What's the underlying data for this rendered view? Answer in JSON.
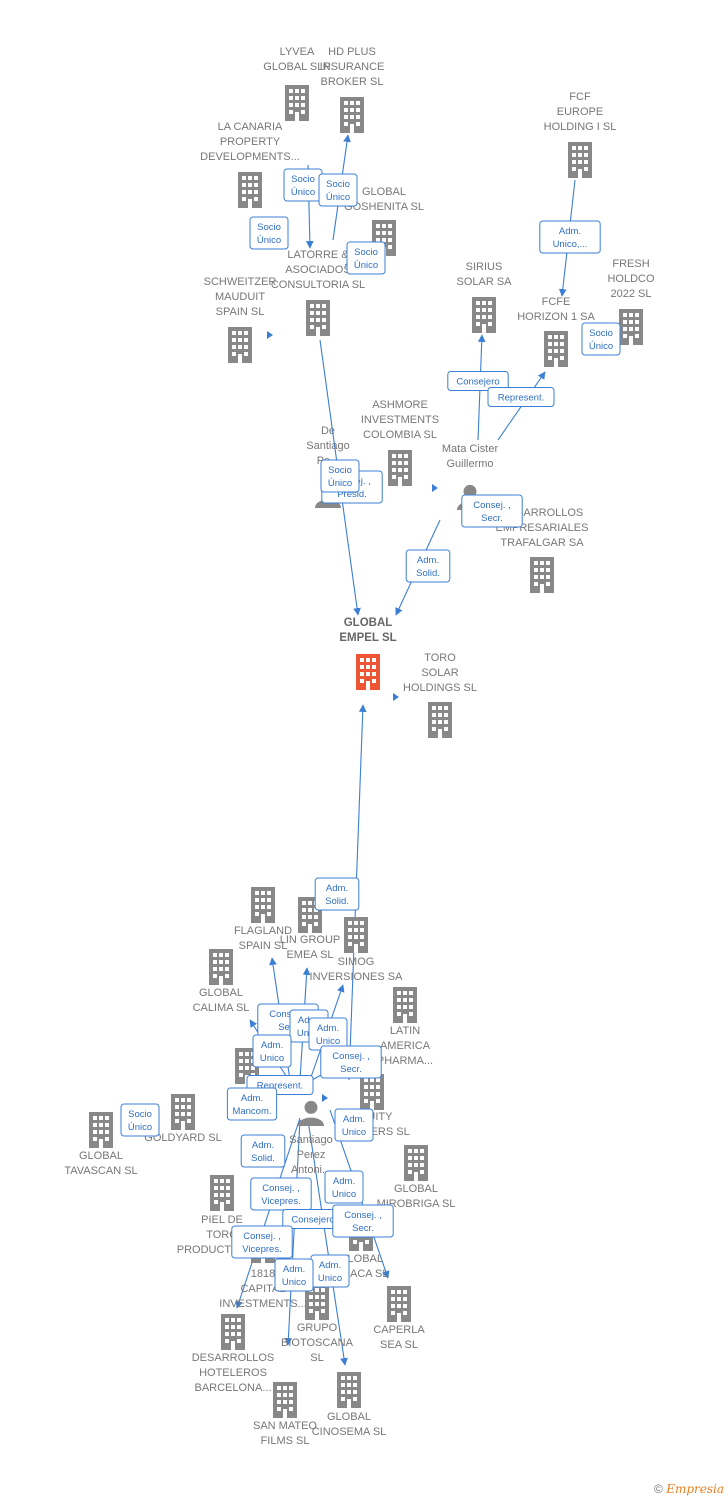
{
  "colors": {
    "company": "#888888",
    "main": "#ee5533",
    "person": "#888888",
    "edge": "#3b7fd4"
  },
  "nodes": [
    {
      "id": "lyvea",
      "type": "company",
      "icon": "building-icon",
      "label": [
        "LYVEA",
        "GLOBAL  SLP"
      ]
    },
    {
      "id": "hdplus",
      "type": "company",
      "icon": "building-icon",
      "label": [
        "HD PLUS",
        "INSURANCE",
        "BROKER  SL"
      ]
    },
    {
      "id": "lacanaria",
      "type": "company",
      "icon": "building-icon",
      "label": [
        "LA CANARIA",
        "PROPERTY",
        "DEVELOPMENTS..."
      ]
    },
    {
      "id": "goshenita",
      "type": "company",
      "icon": "building-icon",
      "label": [
        "GLOBAL",
        "GOSHENITA SL"
      ]
    },
    {
      "id": "fcfeeurope",
      "type": "company",
      "icon": "building-icon",
      "label": [
        "FCF",
        "EUROPE",
        "HOLDING I  SL"
      ]
    },
    {
      "id": "latorre",
      "type": "company",
      "icon": "building-icon",
      "label": [
        "LATORRE &",
        "ASOCIADOS",
        "CONSULTORIA SL"
      ]
    },
    {
      "id": "schweitzer",
      "type": "company",
      "icon": "building-icon",
      "label": [
        "SCHWEITZER",
        "MAUDUIT",
        "SPAIN SL"
      ]
    },
    {
      "id": "sirius",
      "type": "company",
      "icon": "building-icon",
      "label": [
        "SIRIUS",
        "SOLAR SA"
      ]
    },
    {
      "id": "fresh",
      "type": "company",
      "icon": "building-icon",
      "label": [
        "FRESH",
        "HOLDCO",
        "2022  SL"
      ]
    },
    {
      "id": "fcfehorizon",
      "type": "company",
      "icon": "building-icon",
      "label": [
        "FCFE",
        "HORIZON 1 SA"
      ]
    },
    {
      "id": "ashmore",
      "type": "company",
      "icon": "building-icon",
      "label": [
        "ASHMORE",
        "INVESTMENTS",
        "COLOMBIA SL"
      ]
    },
    {
      "id": "desantiago",
      "type": "person",
      "icon": "person-icon",
      "label": [
        "De",
        "Santiago",
        "Pe..."
      ]
    },
    {
      "id": "matacister",
      "type": "person",
      "icon": "person-icon",
      "label": [
        "Mata Cister",
        "Guillermo"
      ]
    },
    {
      "id": "trafalgar",
      "type": "company",
      "icon": "building-icon",
      "label": [
        "DESARROLLOS",
        "EMPRESARIALES",
        "TRAFALGAR SA"
      ]
    },
    {
      "id": "empel",
      "type": "main",
      "icon": "building-icon",
      "label": [
        "GLOBAL",
        "EMPEL  SL"
      ]
    },
    {
      "id": "toro",
      "type": "company",
      "icon": "building-icon",
      "label": [
        "TORO",
        "SOLAR",
        "HOLDINGS  SL"
      ]
    },
    {
      "id": "flagland",
      "type": "company",
      "icon": "building-icon",
      "label": [
        "FLAGLAND",
        "SPAIN SL"
      ]
    },
    {
      "id": "lingroup",
      "type": "company",
      "icon": "building-icon",
      "label": [
        "LIN GROUP",
        "EMEA  SL"
      ]
    },
    {
      "id": "simog",
      "type": "company",
      "icon": "building-icon",
      "label": [
        "SIMOG",
        "INVERSIONES SA"
      ]
    },
    {
      "id": "calima",
      "type": "company",
      "icon": "building-icon",
      "label": [
        "GLOBAL",
        "CALIMA SL"
      ]
    },
    {
      "id": "latin",
      "type": "company",
      "icon": "building-icon",
      "label": [
        "LATIN",
        "AMERICA",
        "PHARMA..."
      ]
    },
    {
      "id": "cex",
      "type": "company",
      "icon": "building-icon",
      "label": [
        "C",
        "E..."
      ]
    },
    {
      "id": "equity",
      "type": "company",
      "icon": "building-icon",
      "label": [
        "EQUITY",
        "PARTNERS  SL"
      ]
    },
    {
      "id": "goldyard",
      "type": "company",
      "icon": "building-icon",
      "label": [
        "GOLDYARD SL"
      ]
    },
    {
      "id": "tavascan",
      "type": "company",
      "icon": "building-icon",
      "label": [
        "GLOBAL",
        "TAVASCAN  SL"
      ]
    },
    {
      "id": "santiagoperez",
      "type": "person",
      "icon": "person-icon",
      "label": [
        "Santiago",
        "Perez",
        "Antoni..."
      ]
    },
    {
      "id": "mirobriga",
      "type": "company",
      "icon": "building-icon",
      "label": [
        "GLOBAL",
        "MIROBRIGA SL"
      ]
    },
    {
      "id": "pieldetoro",
      "type": "company",
      "icon": "building-icon",
      "label": [
        "PIEL DE",
        "TORO",
        "PRODUCTIONS..."
      ]
    },
    {
      "id": "amaca",
      "type": "company",
      "icon": "building-icon",
      "label": [
        "GLOBAL",
        "AMACA SL"
      ]
    },
    {
      "id": "capital1818",
      "type": "company",
      "icon": "building-icon",
      "label": [
        "1818",
        "CAPITAL",
        "INVESTMENTS..."
      ]
    },
    {
      "id": "caperla",
      "type": "company",
      "icon": "building-icon",
      "label": [
        "CAPERLA",
        "SEA SL"
      ]
    },
    {
      "id": "biotoscana",
      "type": "company",
      "icon": "building-icon",
      "label": [
        "GRUPO",
        "BIOTOSCANA",
        "SL"
      ]
    },
    {
      "id": "hoteleros",
      "type": "company",
      "icon": "building-icon",
      "label": [
        "DESARROLLOS",
        "HOTELEROS",
        "BARCELONA..."
      ]
    },
    {
      "id": "cinosema",
      "type": "company",
      "icon": "building-icon",
      "label": [
        "GLOBAL",
        "CINOSEMA SL"
      ]
    },
    {
      "id": "sanmateo",
      "type": "company",
      "icon": "building-icon",
      "label": [
        "SAN MATEO",
        "FILMS SL"
      ]
    }
  ],
  "edge_labels": [
    {
      "id": "e1",
      "text": [
        "Socio",
        "Único"
      ]
    },
    {
      "id": "e2",
      "text": [
        "Socio",
        "Único"
      ]
    },
    {
      "id": "e3",
      "text": [
        "Socio",
        "Único"
      ]
    },
    {
      "id": "e4",
      "text": [
        "Socio",
        "Único"
      ]
    },
    {
      "id": "e5",
      "text": [
        "Adm.",
        "Unico,..."
      ]
    },
    {
      "id": "e6",
      "text": [
        "Socio",
        "Único"
      ]
    },
    {
      "id": "e7",
      "text": [
        "Consejero"
      ]
    },
    {
      "id": "e8",
      "text": [
        "Represent."
      ]
    },
    {
      "id": "e9",
      "text": [
        "Consej. ,",
        "Presid."
      ]
    },
    {
      "id": "e10",
      "text": [
        "Socio",
        "Único"
      ]
    },
    {
      "id": "e11",
      "text": [
        "Consej. ,",
        "Secr."
      ]
    },
    {
      "id": "e12",
      "text": [
        "Adm.",
        "Solid."
      ]
    },
    {
      "id": "e13",
      "text": [
        "Adm.",
        "Solid."
      ]
    },
    {
      "id": "e14",
      "text": [
        "Consej. ,",
        "Se..."
      ]
    },
    {
      "id": "e15",
      "text": [
        "Adm.",
        "Unico"
      ]
    },
    {
      "id": "e16",
      "text": [
        "Adm.",
        "Unico"
      ]
    },
    {
      "id": "e17",
      "text": [
        "Adm.",
        "Unico"
      ]
    },
    {
      "id": "e18",
      "text": [
        "Consej. ,",
        "Secr."
      ]
    },
    {
      "id": "e19",
      "text": [
        "Represent."
      ]
    },
    {
      "id": "e20",
      "text": [
        "Adm.",
        "Mancom."
      ]
    },
    {
      "id": "e21",
      "text": [
        "Socio",
        "Único"
      ]
    },
    {
      "id": "e22",
      "text": [
        "Adm.",
        "Unico"
      ]
    },
    {
      "id": "e23",
      "text": [
        "Adm.",
        "Solid."
      ]
    },
    {
      "id": "e24",
      "text": [
        "Adm.",
        "Unico"
      ]
    },
    {
      "id": "e25",
      "text": [
        "Consej. ,",
        "Vicepres."
      ]
    },
    {
      "id": "e26",
      "text": [
        "Consejero"
      ]
    },
    {
      "id": "e27",
      "text": [
        "Consej. ,",
        "Secr."
      ]
    },
    {
      "id": "e28",
      "text": [
        "Consej. ,",
        "Vicepres."
      ]
    },
    {
      "id": "e29",
      "text": [
        "Adm.",
        "Unico"
      ]
    },
    {
      "id": "e30",
      "text": [
        "Adm.",
        "Unico"
      ]
    }
  ],
  "footer": {
    "copyright": "©",
    "brand": "Empresia"
  }
}
